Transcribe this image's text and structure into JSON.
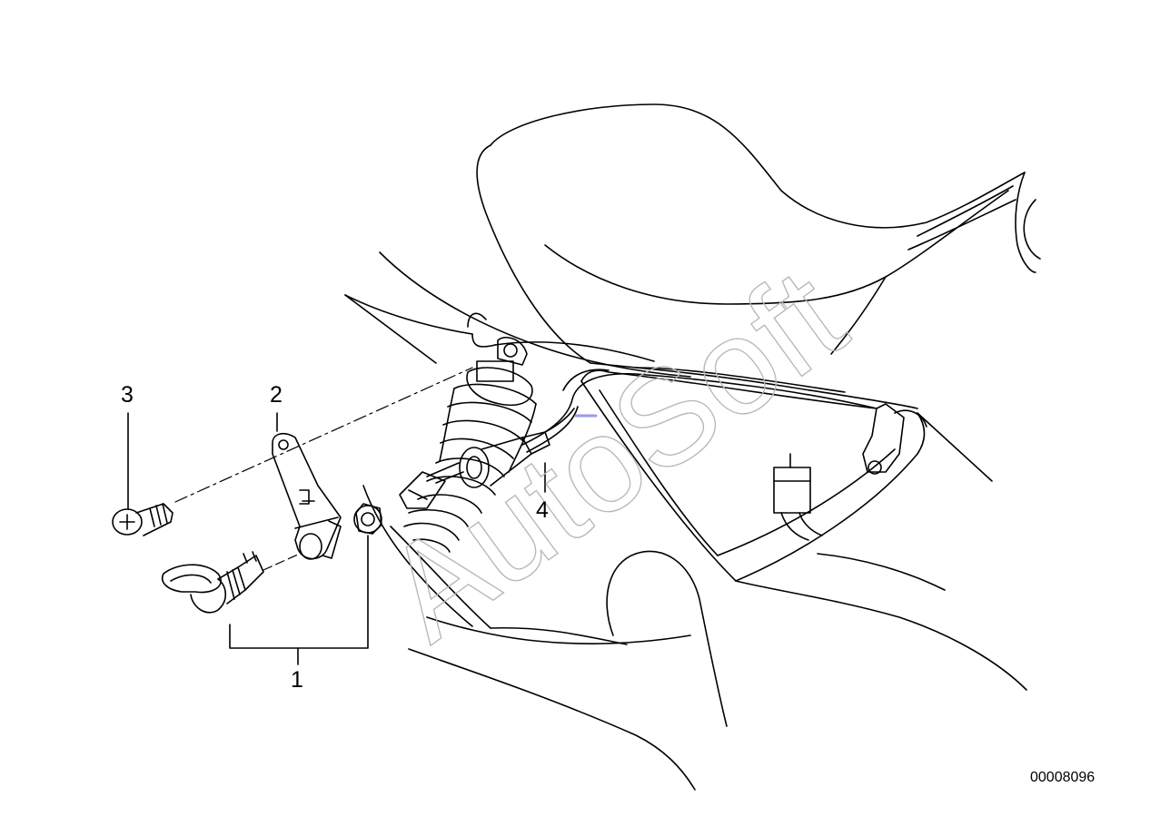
{
  "callouts": {
    "c1": "1",
    "c2": "2",
    "c3": "3",
    "c4": "4"
  },
  "diagram_number": "00008096",
  "watermark_text": "AutoSoft",
  "colors": {
    "line": "#000000",
    "watermark": "#b9b9b9",
    "accent_mark": "#9a9af0",
    "background": "#ffffff"
  }
}
